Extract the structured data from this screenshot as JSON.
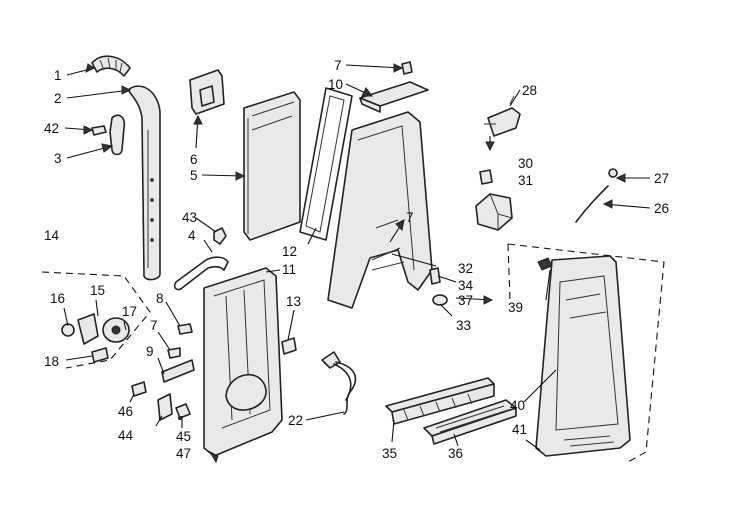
{
  "diagram": {
    "callouts": [
      {
        "id": "1",
        "label": "1"
      },
      {
        "id": "2",
        "label": "2"
      },
      {
        "id": "42",
        "label": "42"
      },
      {
        "id": "3",
        "label": "3"
      },
      {
        "id": "6",
        "label": "6"
      },
      {
        "id": "5",
        "label": "5"
      },
      {
        "id": "7a",
        "label": "7"
      },
      {
        "id": "10",
        "label": "10"
      },
      {
        "id": "28",
        "label": "28"
      },
      {
        "id": "30",
        "label": "30"
      },
      {
        "id": "31",
        "label": "31"
      },
      {
        "id": "27",
        "label": "27"
      },
      {
        "id": "26",
        "label": "26"
      },
      {
        "id": "14",
        "label": "14"
      },
      {
        "id": "43",
        "label": "43"
      },
      {
        "id": "4",
        "label": "4"
      },
      {
        "id": "12",
        "label": "12"
      },
      {
        "id": "11",
        "label": "11"
      },
      {
        "id": "7b",
        "label": "7"
      },
      {
        "id": "32",
        "label": "32"
      },
      {
        "id": "34",
        "label": "34"
      },
      {
        "id": "37",
        "label": "37"
      },
      {
        "id": "39",
        "label": "39"
      },
      {
        "id": "33",
        "label": "33"
      },
      {
        "id": "16",
        "label": "16"
      },
      {
        "id": "15",
        "label": "15"
      },
      {
        "id": "17",
        "label": "17"
      },
      {
        "id": "18",
        "label": "18"
      },
      {
        "id": "8",
        "label": "8"
      },
      {
        "id": "7c",
        "label": "7"
      },
      {
        "id": "9",
        "label": "9"
      },
      {
        "id": "13",
        "label": "13"
      },
      {
        "id": "46",
        "label": "46"
      },
      {
        "id": "44",
        "label": "44"
      },
      {
        "id": "45",
        "label": "45"
      },
      {
        "id": "47",
        "label": "47"
      },
      {
        "id": "22",
        "label": "22"
      },
      {
        "id": "35",
        "label": "35"
      },
      {
        "id": "36",
        "label": "36"
      },
      {
        "id": "40",
        "label": "40"
      },
      {
        "id": "41",
        "label": "41"
      }
    ]
  }
}
